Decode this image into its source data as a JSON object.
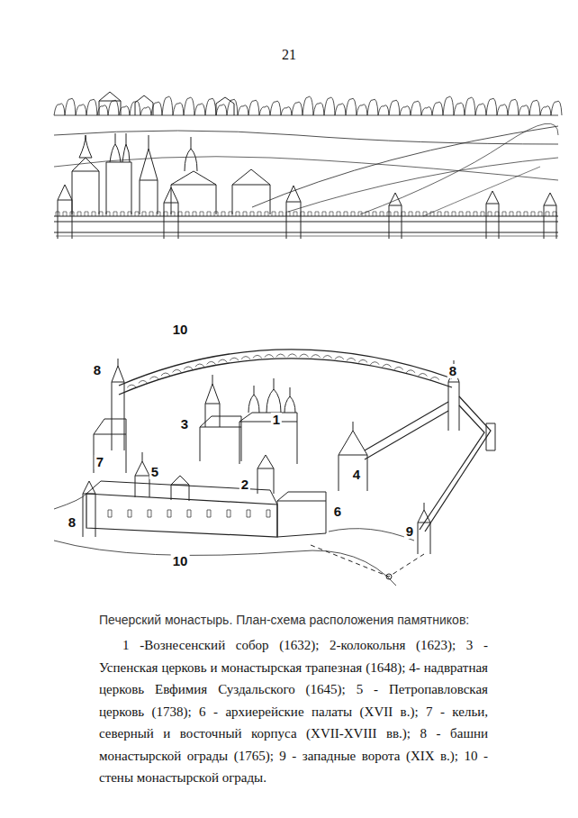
{
  "diagram": {
    "caption": "Печерский монастырь. План-схема расположения памятников:",
    "labels": [
      "21",
      "10",
      "8",
      "8",
      "1",
      "3",
      "7",
      "5",
      "2",
      "4",
      "8",
      "6",
      "10",
      "9",
      "1 -Вознесенский собор (1632); 2-колокольня (1623); 3 - Успенская церковь и монастырская трапезная (1648); 4- надвратная церковь Евфимия Суздальского (1645); 5 - Петропавловская церковь (1738); 6 - архиерейские палаты (XVII в.); 7 - кельи, северный и восточный корпуса (XVII-XVIII вв.); 8 - башни монастырской ограды (1765); 9 - западные ворота (XIX в.); 10 - стены монастырской ограды."
    ]
  }
}
